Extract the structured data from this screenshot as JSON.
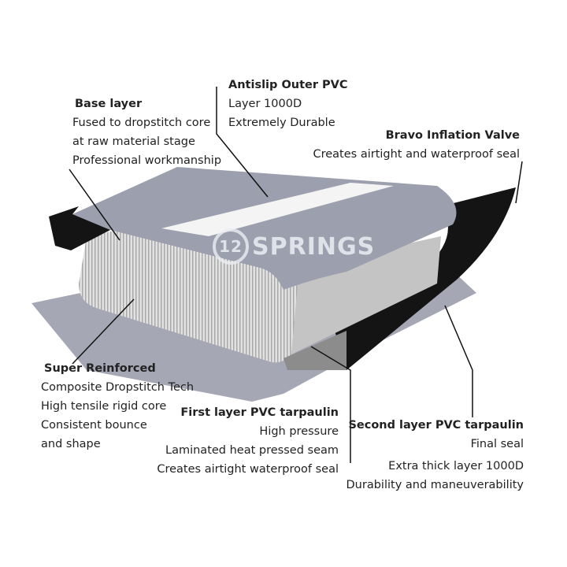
{
  "brand": {
    "logo_number": "12",
    "logo_text": "SPRINGS"
  },
  "labels": {
    "antislip": {
      "title": "Antislip Outer PVC",
      "lines": [
        "Layer 1000D",
        "Extremely Durable"
      ]
    },
    "base": {
      "title": "Base layer",
      "lines": [
        "Fused to dropstitch core",
        "at raw material stage",
        "Professional workmanship"
      ]
    },
    "valve": {
      "title": "Bravo Inflation Valve",
      "lines": [
        "Creates airtight and waterproof seal"
      ]
    },
    "reinforced": {
      "title": "Super Reinforced",
      "lines": [
        "Composite Dropstitch Tech",
        "High tensile rigid core",
        "Consistent bounce",
        "and shape"
      ]
    },
    "first_layer": {
      "title": "First layer PVC tarpaulin",
      "lines": [
        "High pressure",
        "Laminated heat pressed seam",
        "Creates airtight waterproof seal"
      ]
    },
    "second_layer": {
      "title": "Second layer PVC tarpaulin",
      "lines": [
        "Final seal",
        "Extra thick layer 1000D",
        "Durability and maneuverability"
      ]
    }
  },
  "colors": {
    "board": "#9c9fae",
    "core": "#d6d6d6",
    "tarp": "#111111"
  }
}
